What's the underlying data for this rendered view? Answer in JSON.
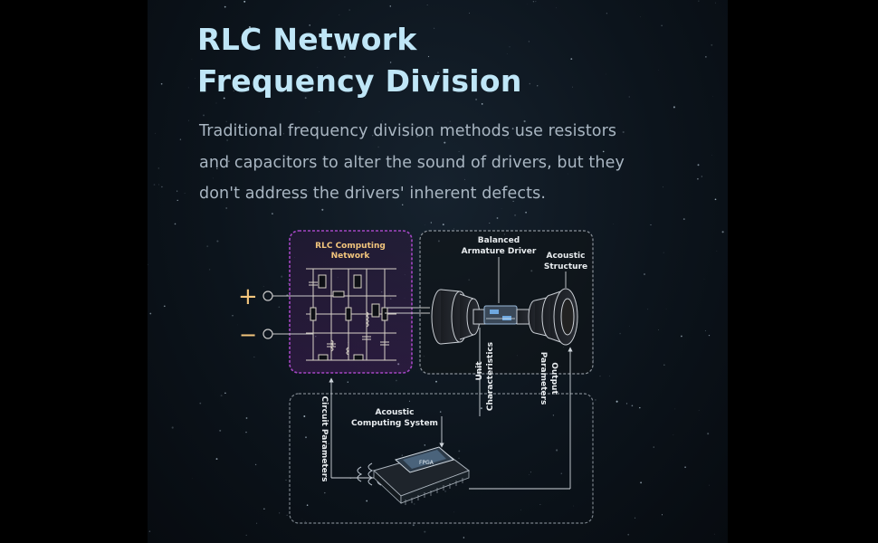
{
  "title": {
    "line1": "RLC Network",
    "line2": "Frequency Division"
  },
  "description": {
    "line1": "Traditional frequency division methods use resistors",
    "line2": "and capacitors to alter the sound of drivers, but they",
    "line3": "don't address the drivers' inherent defects."
  },
  "diagram": {
    "rlc_label": {
      "line1": "RLC Computing",
      "line2": "Network"
    },
    "ba_label": {
      "line1": "Balanced",
      "line2": "Armature Driver"
    },
    "acoustic_structure_label": {
      "line1": "Acoustic",
      "line2": "Structure"
    },
    "acoustic_system_label": {
      "line1": "Acoustic",
      "line2": "Computing System"
    },
    "unit_characteristics": {
      "line1": "Unit",
      "line2": "Characteristics"
    },
    "output_parameters": {
      "line1": "Output",
      "line2": "Parameters"
    },
    "circuit_parameters": "Circuit Parameters",
    "chip_label": "FPGA",
    "plus_symbol": "+",
    "minus_symbol": "−"
  },
  "colors": {
    "title": "#bfe6f7",
    "rlc_border": "#a547c4",
    "rlc_label": "#f2c57c",
    "dashed_border": "#8a9199"
  }
}
